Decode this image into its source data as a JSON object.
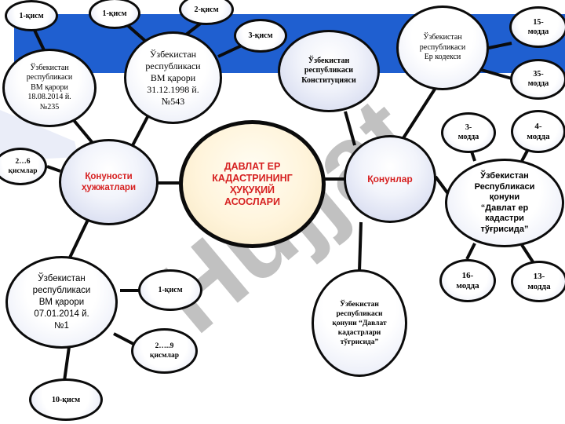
{
  "center": {
    "label": "ДАВЛАТ ЕР\nКАДАСТРИНИНГ\nҲУҚУҚИЙ\nАСОСЛАРИ"
  },
  "branches": {
    "normative": "Қонуности\nҳужжатлари",
    "laws": "Қонунлар"
  },
  "nodes": {
    "vm_1998": "Ўзбекистан\nреспубликаси\nВМ қарори\n31.12.1998 й.\n№543",
    "vm_2014_08": "Ўзбекистан\nреспубликаси\nВМ қарори\n18.08.2014 й.\n№235",
    "vm_2014_01": "Ўзбекистан\nреспубликаси\nВМ қарори\n07.01.2014 й.\n№1",
    "constitution": "Ўзбекистан\nреспубликаси\nКонституцияси",
    "land_code": "Ўзбекистан\nреспубликаси\nЕр кодекси",
    "law_cadastre_a": "Ўзбекистан\nРеспубликаси\nқонуни\n“Давлат ер\nкадастри\nтўғрисида”",
    "law_cadastre_b": "Ўзбекистан\nреспубликаси\nқонуни “Давлат\nкадастрлари\nтўғрисида”"
  },
  "parts": {
    "p1_a": "1-қисм",
    "p1_b": "1-қисм",
    "p2": "2-қисм",
    "p3": "3-қисм",
    "p2_6": "2…6\nқисмлар",
    "p1_c": "1-қисм",
    "p2_9": "2…..9\nқисмлар",
    "p10": "10-қисм"
  },
  "articles": {
    "a15": "15-\nмодда",
    "a35": "35-\nмодда",
    "a3": "3-\nмодда",
    "a4": "4-\nмодда",
    "a16": "16-\nмодда",
    "a13": "13-\nмодда"
  },
  "colors": {
    "band": "#1f5fd0",
    "stroke": "#0b0b0b",
    "center_text": "#d62020",
    "branch_text": "#d62020",
    "watermark": "#8e8e8e"
  },
  "watermark": {
    "text": "Hujjat"
  }
}
